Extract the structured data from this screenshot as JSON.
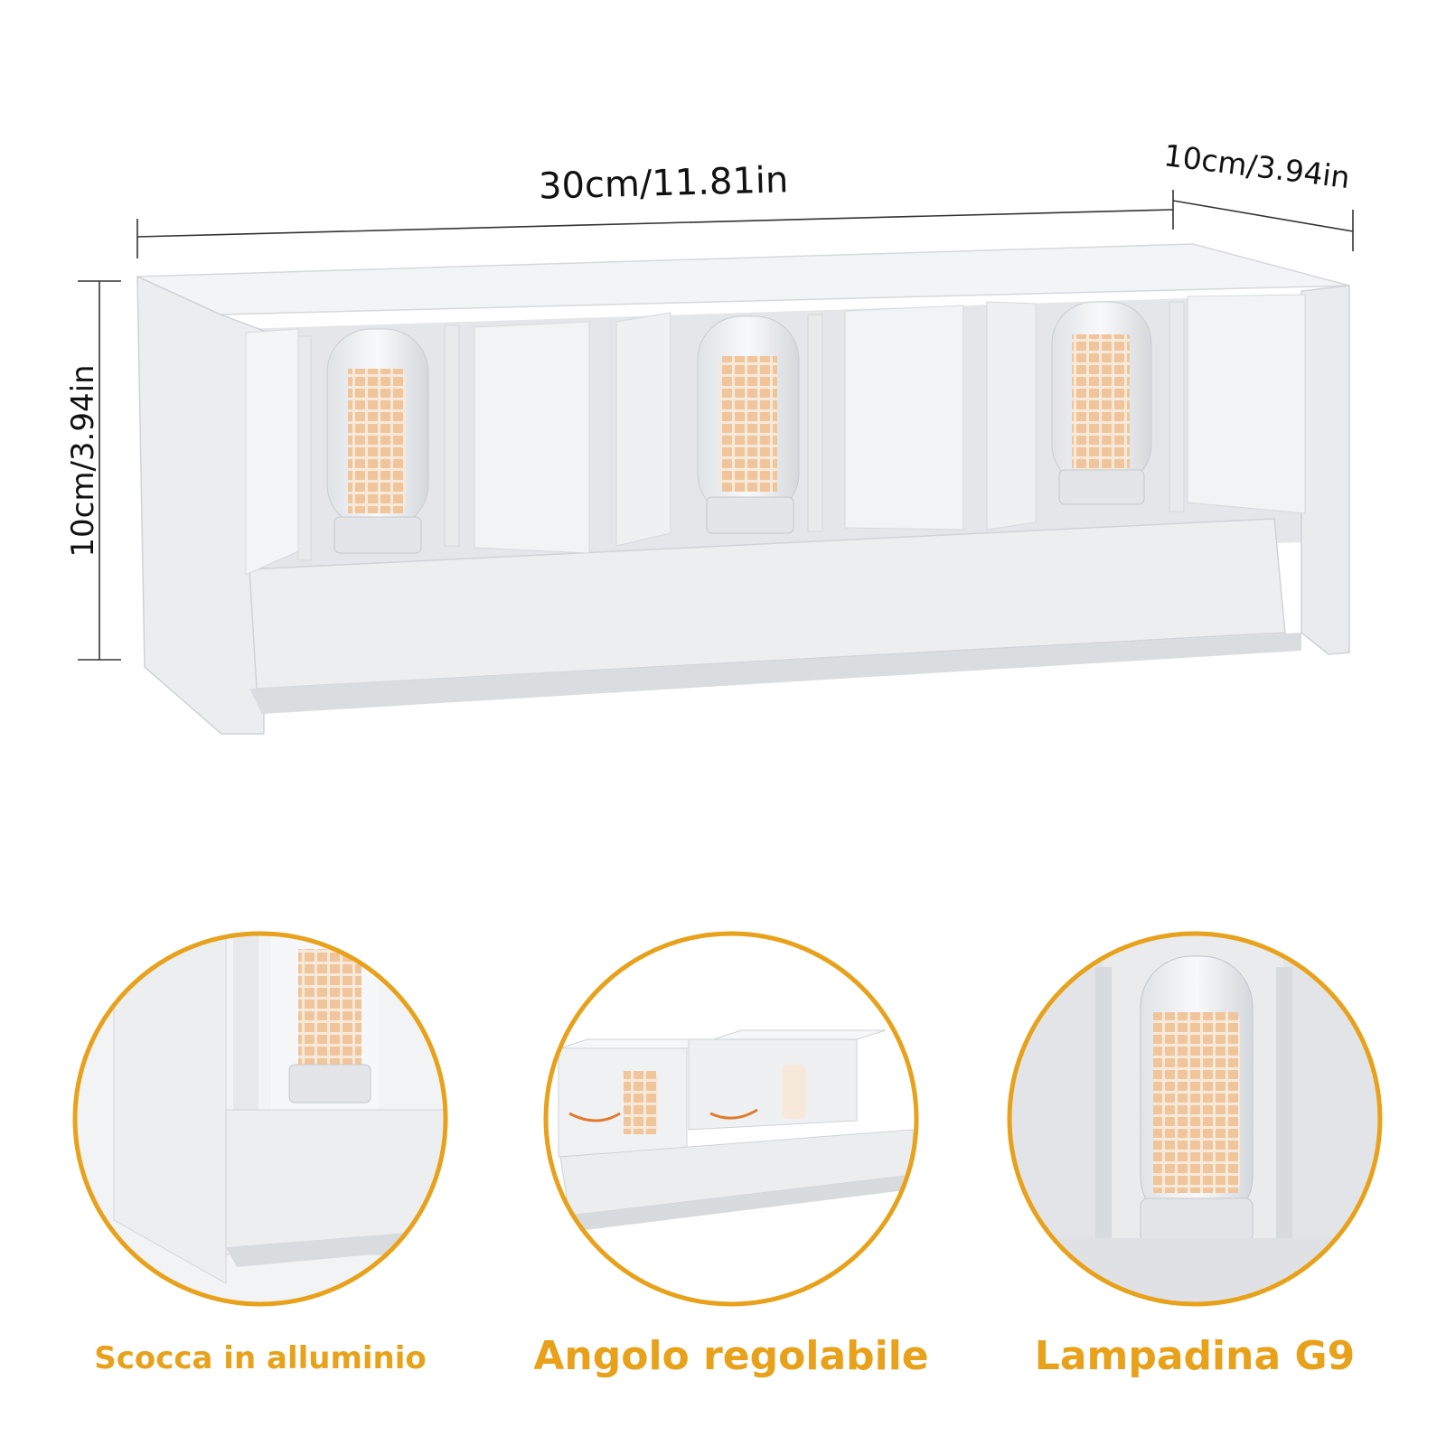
{
  "dimensions": {
    "width_label": "30cm/11.81in",
    "depth_label": "10cm/3.94in",
    "height_label": "10cm/3.94in"
  },
  "features": [
    {
      "label": "Scocca in alluminio",
      "icon": "aluminum-housing-closeup"
    },
    {
      "label": "Angolo regolabile",
      "icon": "adjustable-angle-closeup"
    },
    {
      "label": "Lampadina G9",
      "icon": "g9-bulb-closeup"
    }
  ],
  "colors": {
    "accent": "#E8A11A",
    "housing": "#ECEDEF",
    "bulb_led": "#F2C9A2",
    "text": "#111111"
  }
}
